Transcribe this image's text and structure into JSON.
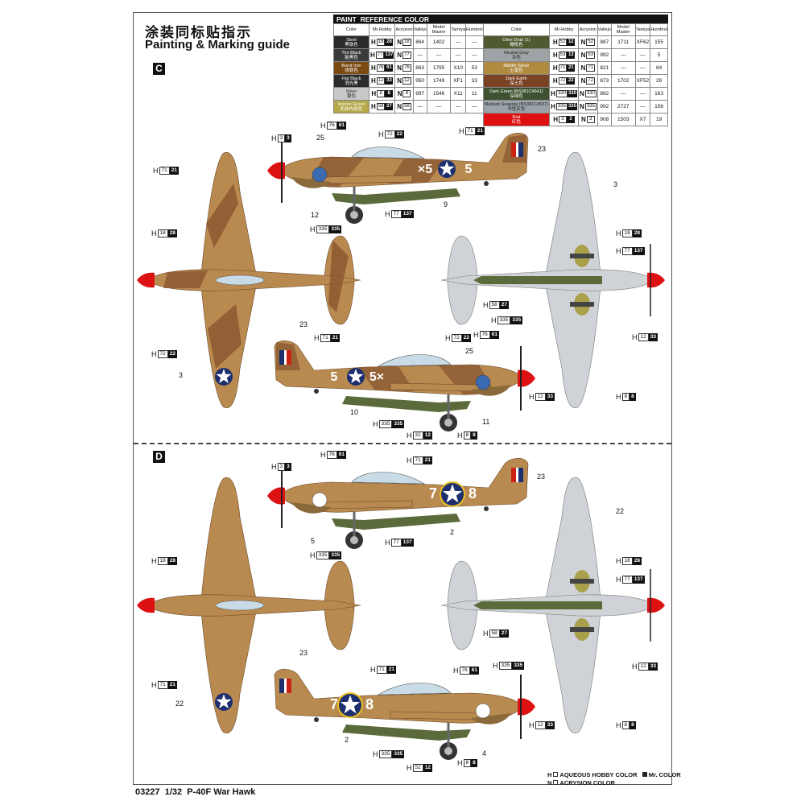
{
  "title_cn": "涂装同标贴指示",
  "title_en": "Painting & Marking guide",
  "sections": [
    "C",
    "D"
  ],
  "paint_table": {
    "title": "PAINT  REFERENCE COLOR",
    "headers": [
      "Color",
      "Mr.Hobby",
      "Acrysion",
      "Vallejo",
      "Model Master",
      "Tamiya",
      "Humbrol"
    ],
    "left": [
      {
        "name": "Steel",
        "cn": "黑铁色",
        "color": "#2a2a2a",
        "h": "18",
        "m": "28",
        "n": "18",
        "vallejo": "864",
        "mm": "1402",
        "tamiya": "—",
        "humbrol": "—"
      },
      {
        "name": "Tire Black",
        "cn": "胎黑色",
        "color": "#3a3a3a",
        "h": "77",
        "m": "137",
        "n": "77",
        "vallejo": "—",
        "mm": "—",
        "tamiya": "—",
        "humbrol": "—"
      },
      {
        "name": "Burnt Iron",
        "cn": "烧铁色",
        "color": "#7a4a12",
        "h": "76",
        "m": "61",
        "n": "76",
        "vallejo": "863",
        "mm": "1795",
        "tamiya": "X10",
        "humbrol": "53"
      },
      {
        "name": "Flat Black",
        "cn": "消光黑",
        "color": "#2a2a2a",
        "h": "12",
        "m": "33",
        "n": "12",
        "vallejo": "950",
        "mm": "1749",
        "tamiya": "XF1",
        "humbrol": "33"
      },
      {
        "name": "Silver",
        "cn": "银色",
        "color": "#c8c8c8",
        "h": "8",
        "m": "8",
        "n": "8",
        "vallejo": "997",
        "mm": "1546",
        "tamiya": "X11",
        "humbrol": "11"
      },
      {
        "name": "Interior Green",
        "cn": "机体内部色",
        "color": "#b5a94a",
        "h": "58",
        "m": "27",
        "n": "58",
        "vallejo": "—",
        "mm": "—",
        "tamiya": "—",
        "humbrol": "—"
      }
    ],
    "right": [
      {
        "name": "Olive Drab (1)",
        "cn": "橄榄色",
        "color": "#4f5a30",
        "h": "52",
        "m": "12",
        "n": "52",
        "vallejo": "887",
        "mm": "1711",
        "tamiya": "XF62",
        "humbrol": "155"
      },
      {
        "name": "Neutral Gray",
        "cn": "灰色",
        "color": "#9ea3a6",
        "h": "53",
        "m": "13",
        "n": "53",
        "vallejo": "992",
        "mm": "—",
        "tamiya": "—",
        "humbrol": "5"
      },
      {
        "name": "Middle Stone",
        "cn": "土黄色",
        "color": "#b08a3e",
        "h": "71",
        "m": "21",
        "n": "71",
        "vallejo": "821",
        "mm": "—",
        "tamiya": "—",
        "humbrol": "84"
      },
      {
        "name": "Dark Earth",
        "cn": "深土色",
        "color": "#7a4424",
        "h": "72",
        "m": "22",
        "n": "72",
        "vallejo": "873",
        "mm": "1702",
        "tamiya": "XF52",
        "humbrol": "29"
      },
      {
        "name": "Dark Green (BS381C#641)",
        "cn": "深绿色",
        "color": "#3e5230",
        "h": "330",
        "m": "330",
        "n": "330",
        "vallejo": "892",
        "mm": "—",
        "tamiya": "—",
        "humbrol": "163"
      },
      {
        "name": "Medium Seagray (BS381C#637)",
        "cn": "中性灰色",
        "color": "#9aa3a8",
        "h": "335",
        "m": "335",
        "n": "335",
        "vallejo": "992",
        "mm": "2727",
        "tamiya": "—",
        "humbrol": "156"
      },
      {
        "name": "Red",
        "cn": "红色",
        "color": "#e01010",
        "h": "3",
        "m": "3",
        "n": "3",
        "vallejo": "908",
        "mm": "1503",
        "tamiya": "X7",
        "humbrol": "19"
      }
    ]
  },
  "callouts": [
    {
      "h": "71",
      "m": "21"
    },
    {
      "h": "18",
      "m": "28"
    },
    {
      "h": "72",
      "m": "22"
    },
    {
      "n": "3"
    },
    {
      "h": "3",
      "m": "3"
    },
    {
      "h": "76",
      "m": "61"
    },
    {
      "n": "25"
    },
    {
      "h": "72",
      "m": "22"
    },
    {
      "h": "71",
      "m": "21"
    },
    {
      "n": "23"
    },
    {
      "n": "12"
    },
    {
      "h": "77",
      "m": "137"
    },
    {
      "h": "335",
      "m": "335"
    },
    {
      "n": "9"
    },
    {
      "n": "3"
    },
    {
      "h": "18",
      "m": "28"
    },
    {
      "h": "77",
      "m": "137"
    },
    {
      "h": "58",
      "m": "27"
    },
    {
      "h": "335",
      "m": "335"
    },
    {
      "h": "12",
      "m": "33"
    },
    {
      "h": "8",
      "m": "8"
    },
    {
      "n": "23"
    },
    {
      "h": "71",
      "m": "21"
    },
    {
      "h": "72",
      "m": "22"
    },
    {
      "h": "76",
      "m": "61"
    },
    {
      "n": "25"
    },
    {
      "h": "12",
      "m": "33"
    },
    {
      "n": "10"
    },
    {
      "h": "335",
      "m": "335"
    },
    {
      "h": "32",
      "m": "12"
    },
    {
      "h": "8",
      "m": "8"
    },
    {
      "n": "11"
    },
    {
      "h": "18",
      "m": "28"
    },
    {
      "h": "71",
      "m": "21"
    },
    {
      "n": "22"
    },
    {
      "h": "3",
      "m": "3"
    },
    {
      "h": "76",
      "m": "61"
    },
    {
      "h": "71",
      "m": "21"
    },
    {
      "n": "23"
    },
    {
      "n": "5"
    },
    {
      "h": "77",
      "m": "137"
    },
    {
      "h": "335",
      "m": "335"
    },
    {
      "n": "2"
    },
    {
      "n": "22"
    },
    {
      "h": "18",
      "m": "28"
    },
    {
      "h": "77",
      "m": "137"
    },
    {
      "h": "58",
      "m": "27"
    },
    {
      "h": "335",
      "m": "335"
    },
    {
      "h": "12",
      "m": "33"
    },
    {
      "n": "23"
    },
    {
      "h": "71",
      "m": "21"
    },
    {
      "h": "76",
      "m": "61"
    },
    {
      "n": "2"
    },
    {
      "h": "12",
      "m": "33"
    },
    {
      "h": "8",
      "m": "8"
    },
    {
      "h": "335",
      "m": "335"
    },
    {
      "h": "52",
      "m": "12"
    },
    {
      "h": "8",
      "m": "8"
    },
    {
      "n": "4"
    }
  ],
  "markings": {
    "c_top_left": "×5",
    "c_top_right": "5",
    "c_bot_left": "5",
    "c_bot_right": "5×",
    "d_left": "7",
    "d_right": "8"
  },
  "legend": {
    "aqueous": "AQUEOUS HOBBY COLOR",
    "mr": "Mr. COLOR",
    "acrysion": "ACRYSION COLOR"
  },
  "footer": "03227  1/32  P-40F War Hawk"
}
